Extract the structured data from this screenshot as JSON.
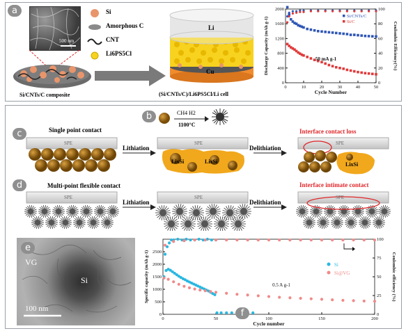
{
  "panel_a": {
    "letter": "a",
    "scale_bar": "500 nm",
    "composite_label": "Si/CNTs/C composite",
    "legend": [
      {
        "label": "Si",
        "icon": "orange-sphere-icon"
      },
      {
        "label": "Amorphous C",
        "icon": "grey-disc-icon"
      },
      {
        "label": "CNT",
        "icon": "cnt-squiggle-icon"
      },
      {
        "label": "Li6PS5Cl",
        "icon": "yellow-dot-icon"
      }
    ],
    "cell_top": "Li",
    "cell_bottom": "Cu",
    "cell_label": "(Si/CNTs/C)/Li6PS5Cl/Li cell",
    "colors": {
      "si": "#e9956c",
      "electrolyte": "#f7d21f",
      "cu": "#f08c2d",
      "li": "#e6e6e6"
    }
  },
  "panel_b": {
    "letter": "b",
    "reaction_top": "CH4   H2",
    "reaction_bottom": "1100°C"
  },
  "panel_c": {
    "letter": "c",
    "title": "Single point contact",
    "spe": "SPE",
    "lithiation": "Lithiation",
    "delithiation": "Delithiation",
    "lisi": "LixSi",
    "result": "Interface contact loss"
  },
  "panel_d": {
    "letter": "d",
    "title": "Multi-point flexible contact",
    "spe": "SPE",
    "lithiation": "Lithiation",
    "delithiation": "Delithiation",
    "result": "Interface intimate contact"
  },
  "panel_e": {
    "letter": "e",
    "vg": "VG",
    "si": "Si",
    "scale_bar": "100 nm"
  },
  "chart_data": [
    {
      "type": "scatter",
      "panel": "a",
      "xlabel": "Cycle Number",
      "ylabel": "Discharge Capacity (mAh g-1)",
      "y2label": "Coulombic Efficiency(%)",
      "xlim": [
        0,
        50
      ],
      "ylim": [
        0,
        2000
      ],
      "y2lim": [
        0,
        100
      ],
      "xticks": [
        0,
        10,
        20,
        30,
        40,
        50
      ],
      "yticks": [
        0,
        400,
        800,
        1200,
        1600,
        2000
      ],
      "y2ticks": [
        0,
        20,
        40,
        60,
        80,
        100
      ],
      "annotation": "50 mA g-1",
      "legend_position": "top-right",
      "series": [
        {
          "name": "Si/CNTs/C",
          "axis": "capacity",
          "color": "#2f56b5",
          "x": [
            1,
            2,
            3,
            4,
            5,
            6,
            7,
            8,
            9,
            10,
            12,
            14,
            16,
            18,
            20,
            22,
            24,
            26,
            28,
            30,
            32,
            34,
            36,
            38,
            40,
            42,
            44,
            46,
            48,
            50
          ],
          "y": [
            2050,
            1850,
            1720,
            1660,
            1620,
            1600,
            1560,
            1540,
            1520,
            1500,
            1460,
            1440,
            1420,
            1400,
            1390,
            1380,
            1370,
            1360,
            1350,
            1340,
            1330,
            1320,
            1300,
            1300,
            1290,
            1280,
            1270,
            1265,
            1260,
            1255
          ]
        },
        {
          "name": "Si/C",
          "axis": "capacity",
          "color": "#e03a3a",
          "x": [
            1,
            2,
            3,
            4,
            5,
            6,
            7,
            8,
            9,
            10,
            12,
            14,
            16,
            18,
            20,
            22,
            24,
            26,
            28,
            30,
            32,
            34,
            36,
            38,
            40,
            42,
            44,
            46,
            48,
            50
          ],
          "y": [
            1050,
            1000,
            960,
            930,
            900,
            860,
            820,
            790,
            760,
            740,
            700,
            660,
            620,
            590,
            560,
            520,
            480,
            450,
            420,
            400,
            380,
            350,
            330,
            310,
            290,
            275,
            260,
            250,
            240,
            230
          ]
        },
        {
          "name": "CE Si/CNTs/C",
          "axis": "efficiency",
          "color": "#2f56b5",
          "x": [
            1,
            2,
            4,
            6,
            8,
            10,
            14,
            18,
            22,
            26,
            30,
            34,
            38,
            42,
            46,
            50
          ],
          "y": [
            90,
            95,
            97,
            97,
            98,
            98,
            98,
            98,
            98,
            98,
            98,
            98,
            98,
            98,
            98,
            98
          ]
        },
        {
          "name": "CE Si/C",
          "axis": "efficiency",
          "color": "#e03a3a",
          "x": [
            1,
            2,
            4,
            6,
            8,
            10,
            14,
            18,
            22,
            26,
            30,
            34,
            38,
            42,
            46,
            50
          ],
          "y": [
            82,
            90,
            94,
            95,
            96,
            96,
            97,
            97,
            97,
            97,
            97,
            97,
            97,
            97,
            97,
            97
          ]
        }
      ]
    },
    {
      "type": "scatter",
      "panel": "f",
      "letter": "f",
      "xlabel": "Cycle number",
      "ylabel": "Specific capacity (mAh g-1)",
      "y2label": "Coulombic efficiency (%)",
      "xlim": [
        0,
        200
      ],
      "ylim": [
        0,
        3000
      ],
      "y2lim": [
        0,
        100
      ],
      "xticks": [
        0,
        50,
        100,
        150,
        200
      ],
      "yticks": [
        0,
        500,
        1000,
        1500,
        2000,
        2500
      ],
      "y2ticks": [
        0,
        25,
        50,
        75,
        100
      ],
      "annotation": "0.5 A g-1",
      "legend_position": "right",
      "series": [
        {
          "name": "Si",
          "axis": "capacity",
          "color": "#2ab7e0",
          "x": [
            1,
            3,
            5,
            7,
            9,
            11,
            13,
            15,
            17,
            19,
            21,
            23,
            25,
            27,
            29,
            31,
            33,
            35,
            37,
            39,
            41,
            43,
            45,
            47,
            49,
            51,
            55,
            60,
            65,
            70,
            75,
            80,
            85
          ],
          "y": [
            1500,
            1750,
            1800,
            1760,
            1700,
            1640,
            1580,
            1520,
            1470,
            1420,
            1380,
            1330,
            1290,
            1250,
            1210,
            1170,
            1130,
            1090,
            1050,
            1010,
            970,
            930,
            880,
            830,
            780,
            60,
            60,
            60,
            60,
            60,
            60,
            60,
            60
          ]
        },
        {
          "name": "Si@VG",
          "axis": "capacity",
          "color": "#f08a8a",
          "x": [
            1,
            5,
            10,
            15,
            20,
            25,
            30,
            35,
            40,
            45,
            50,
            60,
            70,
            80,
            90,
            100,
            110,
            120,
            130,
            140,
            150,
            160,
            170,
            180,
            190,
            200
          ],
          "y": [
            1450,
            1400,
            1300,
            1200,
            1120,
            1060,
            1010,
            970,
            940,
            910,
            880,
            840,
            800,
            770,
            740,
            710,
            680,
            660,
            640,
            620,
            600,
            580,
            560,
            545,
            530,
            520
          ]
        },
        {
          "name": "CE Si",
          "axis": "efficiency",
          "color": "#2ab7e0",
          "x": [
            2,
            4,
            6,
            8,
            10,
            14,
            18,
            22,
            26,
            30,
            34,
            38,
            42,
            46,
            50
          ],
          "y": [
            80,
            90,
            95,
            99,
            99,
            100,
            99,
            100,
            99,
            99,
            100,
            99,
            100,
            99,
            99
          ]
        },
        {
          "name": "CE Si@VG",
          "axis": "efficiency",
          "color": "#f08a8a",
          "x": [
            2,
            10,
            20,
            30,
            40,
            50,
            60,
            70,
            80,
            90,
            100,
            110,
            120,
            130,
            140,
            150,
            160,
            170,
            180,
            190,
            200
          ],
          "y": [
            92,
            97,
            98,
            99,
            99,
            99,
            99,
            99,
            99,
            99,
            99,
            99,
            99,
            99,
            99,
            99,
            99,
            99,
            99,
            99,
            99
          ]
        }
      ]
    }
  ]
}
